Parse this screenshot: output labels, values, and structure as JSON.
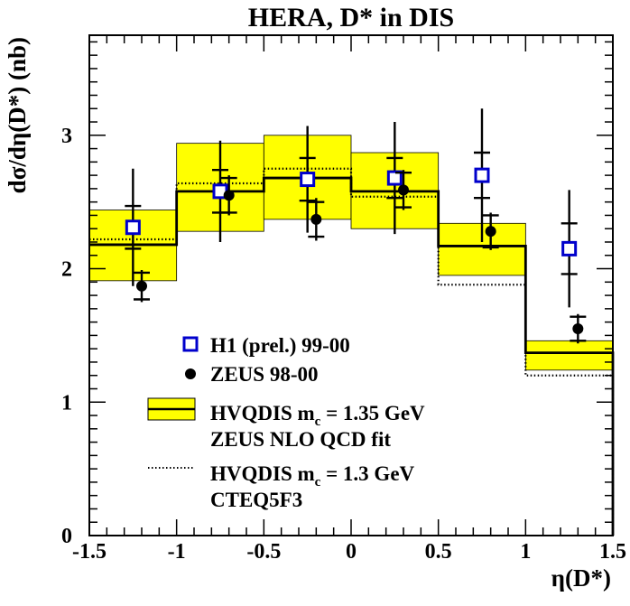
{
  "chart_data": {
    "type": "scatter",
    "title": "HERA, D* in DIS",
    "xlabel": "η(D*)",
    "ylabel": "dσ/dη(D*) (nb)",
    "xlim": [
      -1.5,
      1.5
    ],
    "ylim": [
      0,
      3.75
    ],
    "xticks": [
      "-1.5",
      "-1",
      "-0.5",
      "0",
      "0.5",
      "1",
      "1.5"
    ],
    "yticks": [
      "0",
      "1",
      "2",
      "3"
    ],
    "bins": [
      [
        -1.5,
        -1.0
      ],
      [
        -1.0,
        -0.5
      ],
      [
        -0.5,
        0.0
      ],
      [
        0.0,
        0.5
      ],
      [
        0.5,
        1.0
      ],
      [
        1.0,
        1.5
      ]
    ],
    "series": [
      {
        "name": "H1 (prel.) 99-00",
        "marker": "open-square",
        "color": "#0000cc",
        "x": [
          -1.25,
          -0.75,
          -0.25,
          0.25,
          0.75,
          1.25
        ],
        "y": [
          2.31,
          2.58,
          2.67,
          2.68,
          2.7,
          2.15
        ],
        "err_stat": [
          0.16,
          0.16,
          0.16,
          0.15,
          0.17,
          0.19
        ],
        "err_total": [
          0.44,
          0.38,
          0.4,
          0.42,
          0.5,
          0.44
        ]
      },
      {
        "name": "ZEUS 98-00",
        "marker": "filled-circle",
        "color": "#000000",
        "x": [
          -1.2,
          -0.7,
          -0.2,
          0.3,
          0.8,
          1.3
        ],
        "y": [
          1.87,
          2.55,
          2.37,
          2.59,
          2.28,
          1.55
        ],
        "err_stat": [
          0.1,
          0.13,
          0.13,
          0.13,
          0.12,
          0.09
        ],
        "err_total": [
          0.12,
          0.15,
          0.16,
          0.15,
          0.14,
          0.11
        ]
      }
    ],
    "bands": [
      {
        "name": "HVQDIS m_c = 1.35 GeV",
        "subtitle": "ZEUS NLO QCD fit",
        "style": "solid",
        "fill": "#ffff00",
        "central": [
          2.18,
          2.58,
          2.68,
          2.58,
          2.17,
          1.37
        ],
        "low": [
          1.91,
          2.28,
          2.37,
          2.3,
          1.95,
          1.24
        ],
        "high": [
          2.44,
          2.94,
          3.0,
          2.87,
          2.34,
          1.46
        ]
      },
      {
        "name": "HVQDIS m_c = 1.3 GeV",
        "subtitle": "CTEQ5F3",
        "style": "dotted",
        "central": [
          2.22,
          2.64,
          2.75,
          2.54,
          1.88,
          1.2
        ]
      }
    ],
    "legend": {
      "placement": "bottom-center",
      "entries": [
        {
          "label": "H1 (prel.) 99-00"
        },
        {
          "label": "ZEUS 98-00"
        },
        {
          "label_main": "HVQDIS m",
          "label_sub": "c",
          "label_rest": " = 1.35 GeV",
          "label_line2": "ZEUS NLO QCD fit"
        },
        {
          "label_main": "HVQDIS m",
          "label_sub": "c",
          "label_rest": " = 1.3 GeV",
          "label_line2": "CTEQ5F3"
        }
      ]
    }
  }
}
